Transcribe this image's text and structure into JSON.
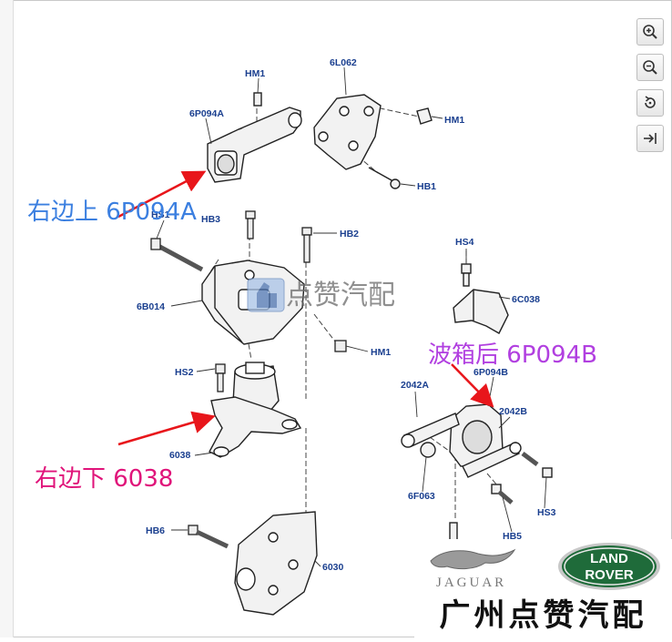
{
  "toolbar": {
    "zoom_in": "zoom-in-icon",
    "zoom_out": "zoom-out-icon",
    "rotate": "rotate-icon",
    "fit": "fit-page-icon"
  },
  "diagram": {
    "part_labels": {
      "HM1_top": "HM1",
      "L6L062": "6L062",
      "HM1_right": "HM1",
      "P6P094A": "6P094A",
      "HB1": "HB1",
      "HS1": "HS1",
      "HB3": "HB3",
      "HB2": "HB2",
      "P6B014": "6B014",
      "HM1_mid": "HM1",
      "HS2": "HS2",
      "P6038": "6038",
      "HB6": "HB6",
      "P6030": "6030",
      "HS4": "HS4",
      "P6C038": "6C038",
      "P2042A": "2042A",
      "P6P094B": "6P094B",
      "P2042B": "2042B",
      "P6F063": "6F063",
      "HS3": "HS3",
      "HB5": "HB5"
    },
    "watermark": "点赞汽配"
  },
  "callouts": {
    "right_upper": "右边上 6P094A",
    "gearbox_rear": "波箱后 6P094B",
    "right_lower": "右边下 6038"
  },
  "colors": {
    "label_blue": "#1a3f8f",
    "callout_blue": "#3b7fe0",
    "callout_purple": "#b13fe0",
    "callout_pink": "#e0147a",
    "arrow_red": "#e8161b",
    "land_rover_green": "#1f6b3a"
  },
  "brands": {
    "jaguar": "JAGUAR",
    "land": "LAND",
    "rover": "ROVER"
  },
  "shop_name": "广州点赞汽配"
}
